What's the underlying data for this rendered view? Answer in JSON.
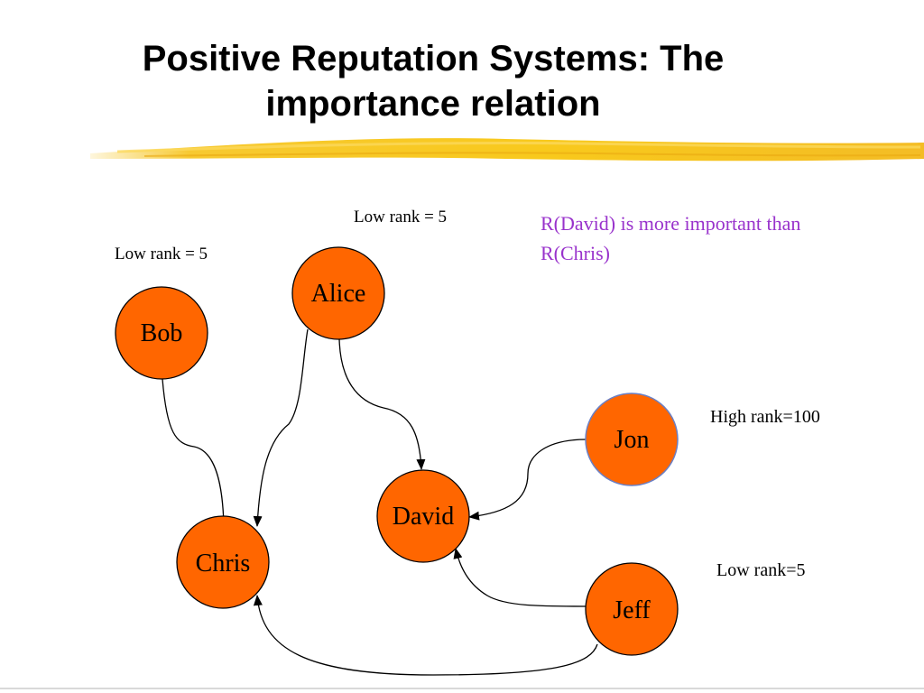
{
  "slide": {
    "title_line1": "Positive Reputation Systems: The",
    "title_line2": "importance relation",
    "statement_line1": "R(David) is more important than",
    "statement_line2": "R(Chris)",
    "statement_color": "#9933cc",
    "annotations": {
      "alice": "Low rank = 5",
      "bob": "Low rank = 5",
      "jon": "High rank=100",
      "jeff": "Low rank=5"
    }
  },
  "colors": {
    "node_fill": "#ff6600",
    "node_stroke": "#000000",
    "jon_stroke": "#6a7fc4",
    "highlighter": "#f6c31a"
  },
  "nodes": [
    {
      "id": "bob",
      "label": "Bob"
    },
    {
      "id": "alice",
      "label": "Alice"
    },
    {
      "id": "jon",
      "label": "Jon"
    },
    {
      "id": "david",
      "label": "David"
    },
    {
      "id": "chris",
      "label": "Chris"
    },
    {
      "id": "jeff",
      "label": "Jeff"
    }
  ],
  "edges": [
    {
      "from": "bob",
      "to": "chris"
    },
    {
      "from": "alice",
      "to": "chris"
    },
    {
      "from": "alice",
      "to": "david"
    },
    {
      "from": "jon",
      "to": "david"
    },
    {
      "from": "jeff",
      "to": "david"
    },
    {
      "from": "jeff",
      "to": "chris"
    }
  ]
}
